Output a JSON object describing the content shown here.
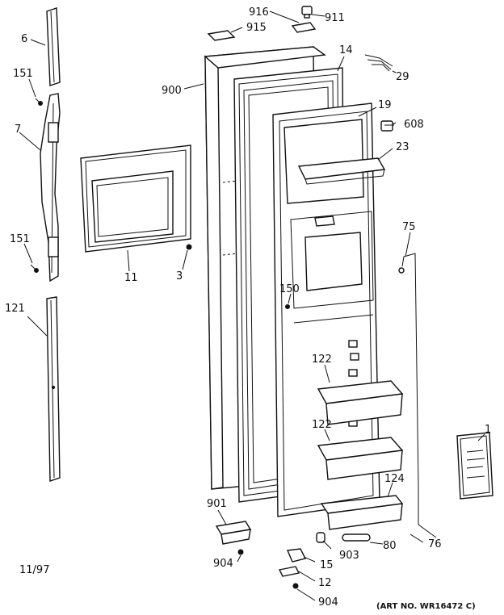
{
  "labels": {
    "p916": "916",
    "p911": "911",
    "p915": "915",
    "p6": "6",
    "p14": "14",
    "p29": "29",
    "p151a": "151",
    "p900": "900",
    "p19": "19",
    "p608": "608",
    "p7": "7",
    "p23": "23",
    "p75": "75",
    "p151b": "151",
    "p11": "11",
    "p3": "3",
    "p150": "150",
    "p121": "121",
    "p122a": "122",
    "p122b": "122",
    "p1": "1",
    "p124": "124",
    "p901": "901",
    "p903": "903",
    "p80": "80",
    "p76": "76",
    "p15": "15",
    "p904a": "904",
    "p12": "12",
    "p904b": "904"
  },
  "footer": {
    "date": "11/97",
    "art_no": "(ART NO. WR16472 C)"
  }
}
